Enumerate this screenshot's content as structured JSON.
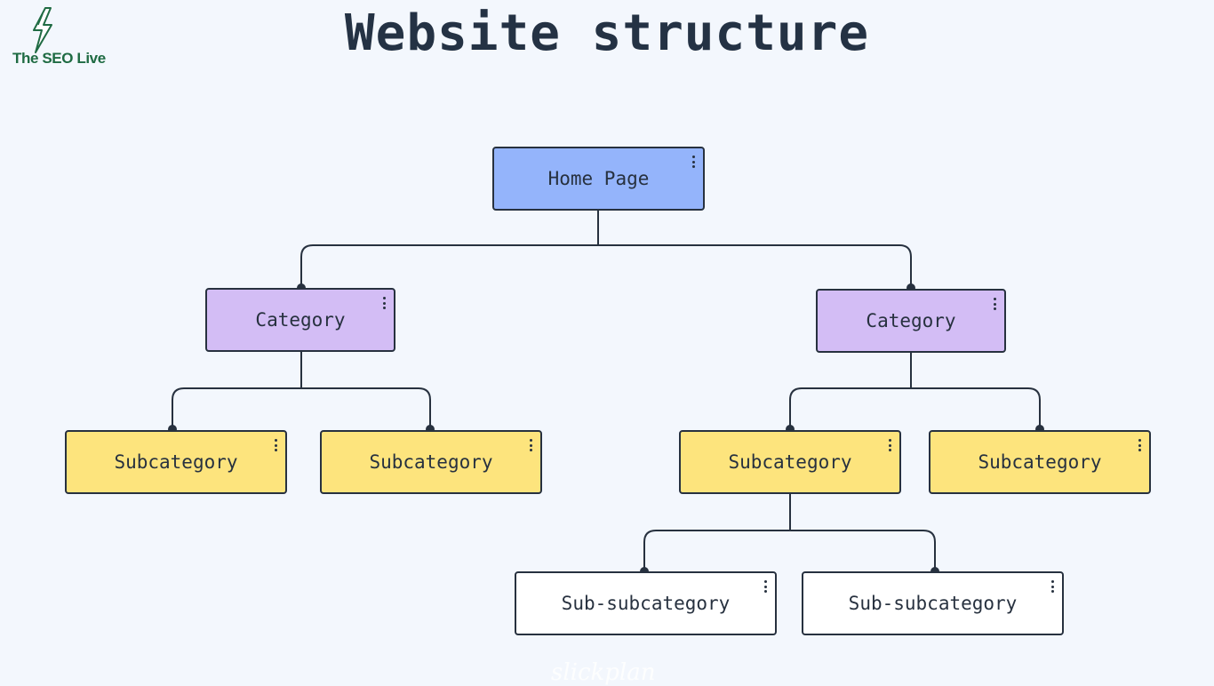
{
  "title": "Website structure",
  "logo": {
    "text": "The SEO Live",
    "icon": "lightning-bolt-icon",
    "color": "#1f6b43"
  },
  "colors": {
    "background": "#f3f7fd",
    "home": "#94b4fb",
    "category": "#d3bdf5",
    "subcategory": "#fde47d",
    "sub_subcategory": "#ffffff",
    "line": "#27313f"
  },
  "nodes": {
    "home": "Home Page",
    "category_left": "Category",
    "category_right": "Category",
    "subcategory_1": "Subcategory",
    "subcategory_2": "Subcategory",
    "subcategory_3": "Subcategory",
    "subcategory_4": "Subcategory",
    "sub_subcategory_1": "Sub-subcategory",
    "sub_subcategory_2": "Sub-subcategory"
  },
  "watermark": "slickplan"
}
